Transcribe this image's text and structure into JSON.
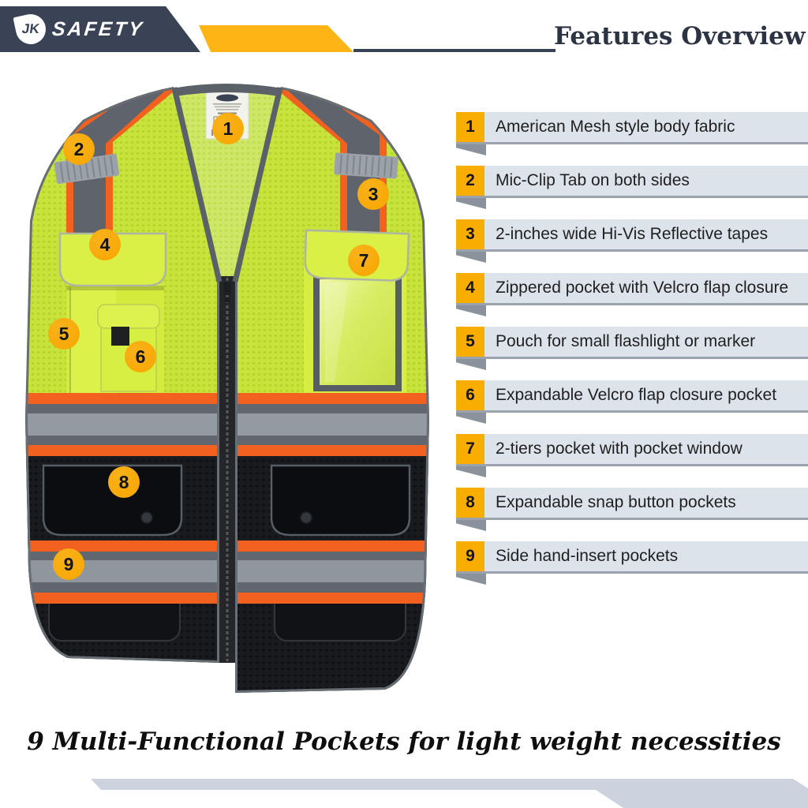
{
  "header": {
    "brand": {
      "mark": "JK",
      "name": "SAFETY"
    },
    "title": "Features Overview"
  },
  "features": [
    {
      "num": "1",
      "label": "American Mesh style body fabric"
    },
    {
      "num": "2",
      "label": "Mic-Clip Tab on both sides"
    },
    {
      "num": "3",
      "label": "2-inches wide Hi-Vis Reflective tapes"
    },
    {
      "num": "4",
      "label": "Zippered pocket with Velcro flap closure"
    },
    {
      "num": "5",
      "label": "Pouch for small flashlight or marker"
    },
    {
      "num": "6",
      "label": "Expandable Velcro flap closure pocket"
    },
    {
      "num": "7",
      "label": "2-tiers pocket with pocket window"
    },
    {
      "num": "8",
      "label": "Expandable snap button pockets"
    },
    {
      "num": "9",
      "label": "Side hand-insert pockets"
    }
  ],
  "caption": "9 Multi-Functional Pockets for light weight necessities",
  "colors": {
    "navy": "#3a4256",
    "accent_yellow": "#fcb515",
    "list_number_bg": "#f9ad00",
    "list_bar_bg": "#dde3eb",
    "badge_bg": "#f7a600",
    "hi_vis_green": "#c8e43c",
    "stripe_orange": "#f2611f",
    "reflective_gray": "#62676f",
    "fabric_black": "#17191c"
  }
}
